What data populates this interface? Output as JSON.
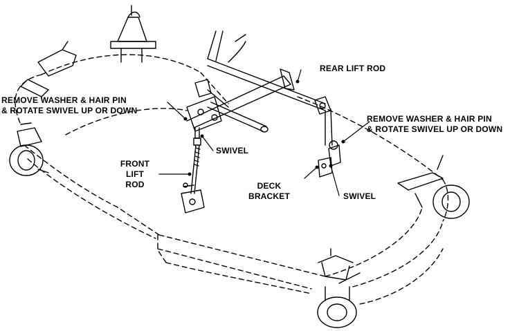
{
  "labels": {
    "rear_lift_rod": "REAR LIFT ROD",
    "remove_left_line1": "REMOVE WASHER & HAIR PIN",
    "remove_left_line2": "& ROTATE SWIVEL UP OR DOWN",
    "swivel_left": "SWIVEL",
    "front_lift_rod_line1": "FRONT",
    "front_lift_rod_line2": "LIFT",
    "front_lift_rod_line3": "ROD",
    "remove_right_line1": "REMOVE WASHER & HAIR PIN",
    "remove_right_line2": "& ROTATE SWIVEL UP OR DOWN",
    "deck_bracket_line1": "DECK",
    "deck_bracket_line2": "BRACKET",
    "swivel_right": "SWIVEL"
  },
  "colors": {
    "ink": "#000000",
    "paper": "#ffffff"
  }
}
